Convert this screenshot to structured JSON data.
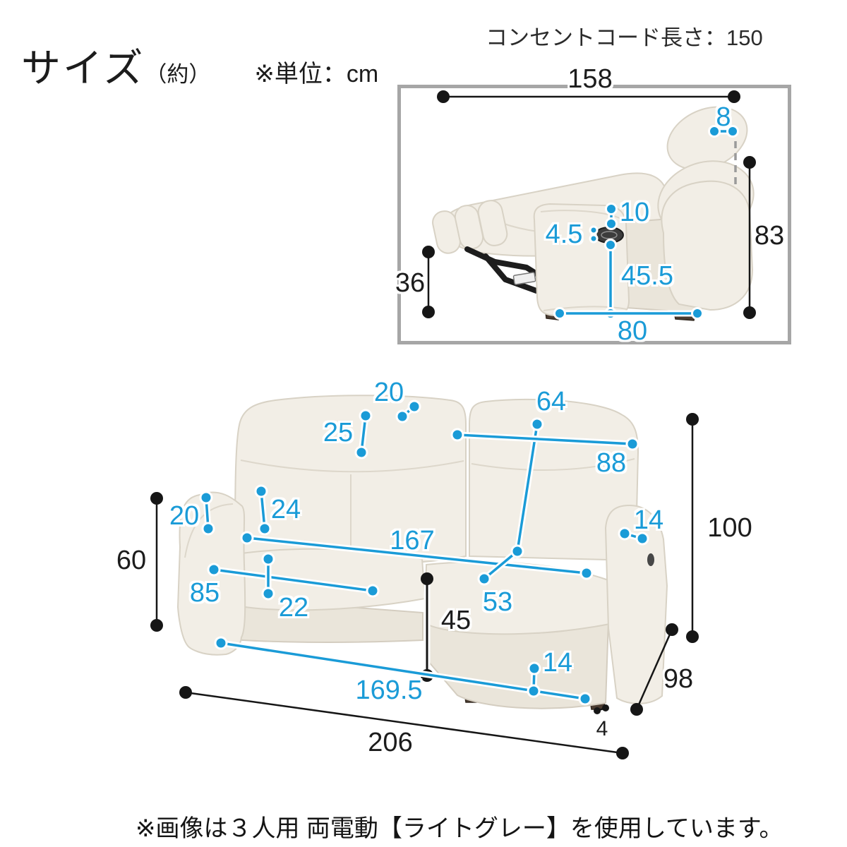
{
  "header": {
    "title": "サイズ",
    "approx": "（約）",
    "unit_note": "※単位：cm",
    "cord_note": "コンセントコード長さ：150"
  },
  "footer": {
    "note": "※画像は３人用 両電動【ライトグレー】を使用しています。"
  },
  "colors": {
    "dimension_blue": "#1a9bd7",
    "dimension_black": "#1c1c1c",
    "box_border": "#a6a6a6"
  },
  "side_view": {
    "dims": {
      "total_depth_width": "158",
      "headrest_back_gap": "8",
      "arm_to_switch": "10",
      "switch_depth": "4.5",
      "back_height": "83",
      "footrest_floor_height": "36",
      "switch_floor_height": "45.5",
      "leg_span_depth": "80"
    }
  },
  "front_view": {
    "dims": {
      "headrest_top_depth": "20",
      "headrest_height": "25",
      "backrest_width": "64",
      "backrest_outer_width": "88",
      "back_cushion_height": "24",
      "arm_front_depth": "20",
      "inner_width": "167",
      "seat_depth": "53",
      "arm_top_width": "14",
      "total_height": "100",
      "arm_height": "60",
      "seat_front_width": "85",
      "seat_thickness": "22",
      "seat_height": "45",
      "total_depth": "98",
      "front_leg_span": "169.5",
      "leg_inset": "14",
      "leg_foot_width": "4",
      "total_width": "206"
    }
  }
}
